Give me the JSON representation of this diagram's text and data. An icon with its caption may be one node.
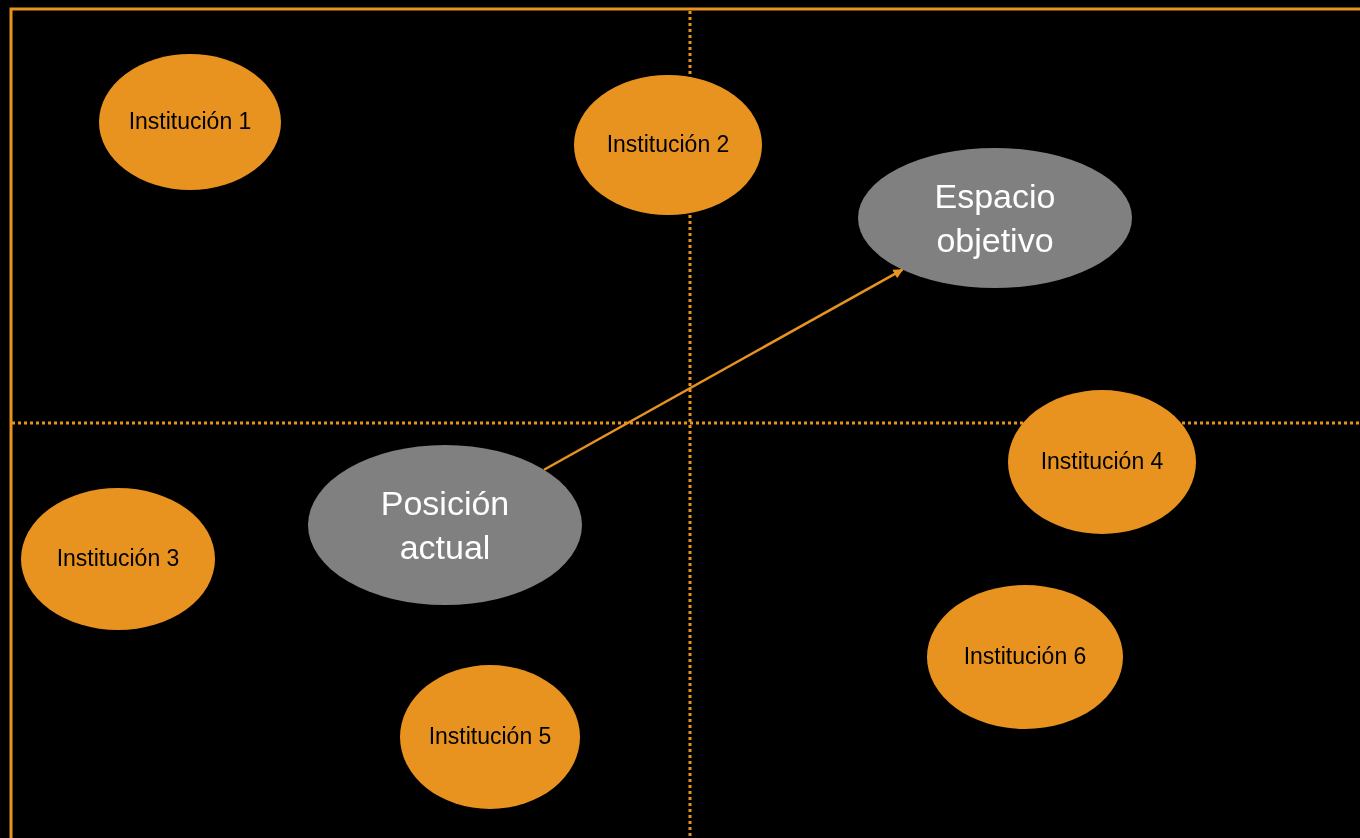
{
  "diagram": {
    "nodes": [
      {
        "text": [
          "Institución 1"
        ]
      },
      {
        "text": [
          "Institución 2"
        ]
      },
      {
        "text": [
          "Espacio objetivo"
        ]
      },
      {
        "text": [
          "Institución 4"
        ]
      },
      {
        "text": [
          "Posición actual"
        ]
      },
      {
        "text": [
          "Institución 3"
        ]
      },
      {
        "text": [
          "Institución 6"
        ]
      },
      {
        "text": [
          "Institución 5"
        ]
      }
    ],
    "edges": [
      {
        "from": 4,
        "to": 2,
        "arrow": "to"
      }
    ]
  }
}
